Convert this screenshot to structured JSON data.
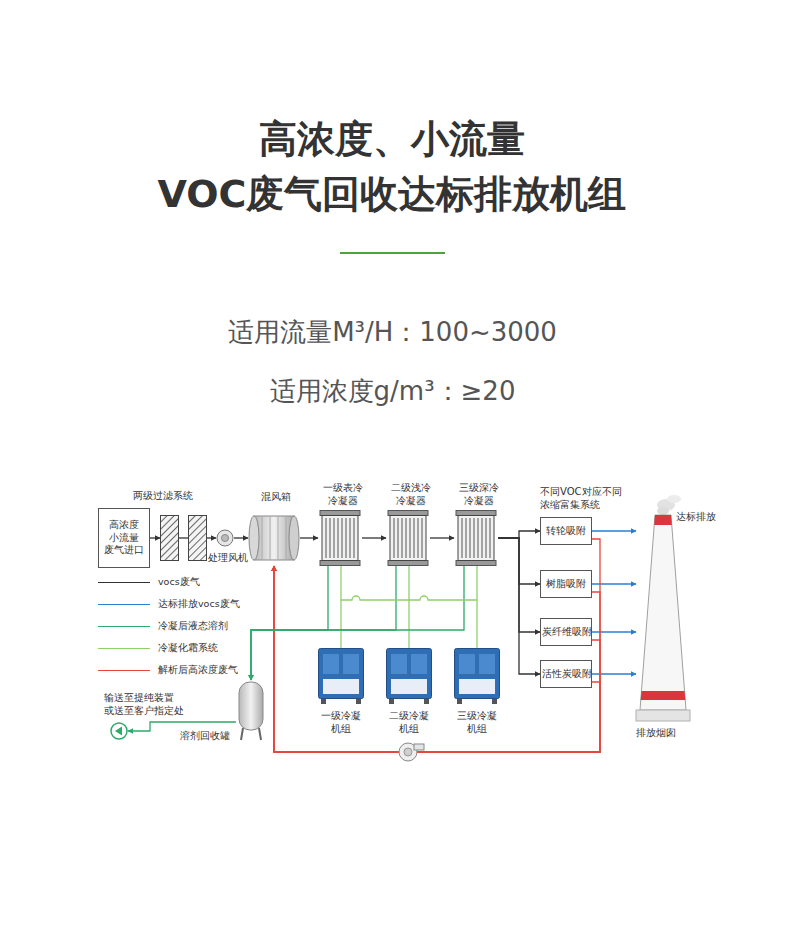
{
  "diagram": {
    "title": "高浓度、小流量 VOC废气回收达标排放机组",
    "nodes": [
      {
        "text": [
          "高浓度 小流量 废气进口"
        ]
      },
      {
        "text": [
          "两级过滤系统"
        ]
      },
      {
        "text": [
          "处理风机"
        ]
      },
      {
        "text": [
          "混风箱"
        ]
      },
      {
        "text": [
          "一级表冷 冷凝器"
        ]
      },
      {
        "text": [
          "二级浅冷 冷凝器"
        ]
      },
      {
        "text": [
          "三级深冷 冷凝器"
        ]
      },
      {
        "text": [
          "转轮吸附"
        ]
      },
      {
        "text": [
          "树脂吸附"
        ]
      },
      {
        "text": [
          "炭纤维吸附"
        ]
      },
      {
        "text": [
          "活性炭吸附"
        ]
      },
      {
        "text": [
          "达标排放",
          "排放烟囱"
        ]
      },
      {
        "text": [
          "一级冷凝 机组"
        ]
      },
      {
        "text": [
          "二级冷凝 机组"
        ]
      },
      {
        "text": [
          "三级冷凝 机组"
        ]
      },
      {
        "text": [
          "溶剂回收罐"
        ]
      },
      {
        "text": [
          "输送至提纯装置 或送至客户指定处"
        ]
      }
    ],
    "edges": [
      {
        "from": 0,
        "to": 1,
        "arrow": "to"
      },
      {
        "from": 1,
        "to": 2,
        "arrow": "to"
      },
      {
        "from": 2,
        "to": 3,
        "arrow": "to"
      },
      {
        "from": 3,
        "to": 4,
        "arrow": "to"
      },
      {
        "from": 4,
        "to": 5,
        "arrow": "to"
      },
      {
        "from": 5,
        "to": 6,
        "arrow": "to"
      },
      {
        "from": 6,
        "to": 7,
        "arrow": "to"
      },
      {
        "from": 6,
        "to": 8,
        "arrow": "to"
      },
      {
        "from": 6,
        "to": 9,
        "arrow": "to"
      },
      {
        "from": 6,
        "to": 10,
        "arrow": "to"
      },
      {
        "from": 7,
        "to": 11,
        "arrow": "to"
      },
      {
        "from": 8,
        "to": 11,
        "arrow": "to"
      },
      {
        "from": 9,
        "to": 11,
        "arrow": "to"
      },
      {
        "from": 10,
        "to": 11,
        "arrow": "to"
      },
      {
        "from": 7,
        "to": 3,
        "arrow": "to"
      },
      {
        "from": 8,
        "to": 3,
        "arrow": "to"
      },
      {
        "from": 9,
        "to": 3,
        "arrow": "to"
      },
      {
        "from": 10,
        "to": 3,
        "arrow": "to"
      },
      {
        "from": 12,
        "to": 4,
        "arrow": "none"
      },
      {
        "from": 13,
        "to": 5,
        "arrow": "none"
      },
      {
        "from": 14,
        "to": 6,
        "arrow": "none"
      },
      {
        "from": 4,
        "to": 15,
        "arrow": "to"
      },
      {
        "from": 5,
        "to": 15,
        "arrow": "to"
      },
      {
        "from": 6,
        "to": 15,
        "arrow": "to"
      },
      {
        "from": 15,
        "to": 16,
        "arrow": "to"
      }
    ],
    "labels": [
      "适用流量M³/H：100~3000",
      "适用浓度g/m³：≥20",
      "不同VOC对应不同 浓缩富集系统"
    ],
    "legend": [
      {
        "text": "vocs废气"
      },
      {
        "text": "达标排放vocs废气"
      },
      {
        "text": "冷凝后液态溶剂"
      },
      {
        "text": "冷凝化霜系统"
      },
      {
        "text": "解析后高浓度废气"
      }
    ]
  }
}
